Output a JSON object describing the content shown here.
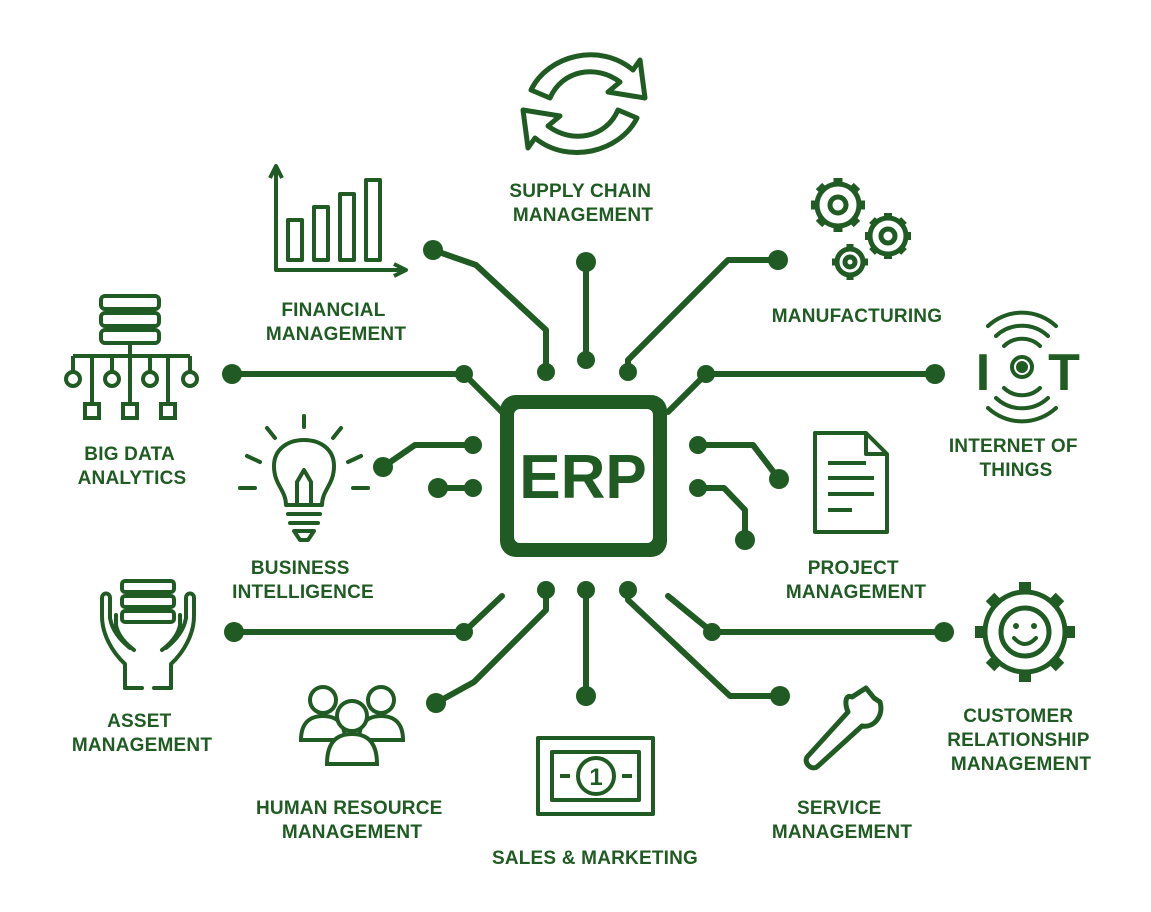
{
  "colors": {
    "primary": "#1f5b22",
    "background": "#ffffff"
  },
  "center": {
    "label": "ERP",
    "icon": "microchip-icon"
  },
  "modules": [
    {
      "id": "supply-chain",
      "icon": "cycle-arrows-icon",
      "lines": [
        "SUPPLY CHAIN",
        "MANAGEMENT"
      ]
    },
    {
      "id": "financial",
      "icon": "bar-chart-icon",
      "lines": [
        "FINANCIAL",
        "MANAGEMENT"
      ]
    },
    {
      "id": "manufacturing",
      "icon": "gears-icon",
      "lines": [
        "MANUFACTURING"
      ]
    },
    {
      "id": "big-data",
      "icon": "database-network-icon",
      "lines": [
        "BIG DATA",
        "ANALYTICS"
      ]
    },
    {
      "id": "iot",
      "icon": "iot-icon",
      "lines": [
        "INTERNET OF",
        "THINGS"
      ]
    },
    {
      "id": "business-intelligence",
      "icon": "lightbulb-icon",
      "lines": [
        "BUSINESS",
        "INTELLIGENCE"
      ]
    },
    {
      "id": "project",
      "icon": "document-icon",
      "lines": [
        "PROJECT",
        "MANAGEMENT"
      ]
    },
    {
      "id": "asset",
      "icon": "hands-database-icon",
      "lines": [
        "ASSET",
        "MANAGEMENT"
      ]
    },
    {
      "id": "crm",
      "icon": "smile-gear-icon",
      "lines": [
        "CUSTOMER",
        "RELATIONSHIP",
        "MANAGEMENT"
      ]
    },
    {
      "id": "hr",
      "icon": "people-icon",
      "lines": [
        "HUMAN RESOURCE",
        "MANAGEMENT"
      ]
    },
    {
      "id": "service",
      "icon": "wrench-icon",
      "lines": [
        "SERVICE",
        "MANAGEMENT"
      ]
    },
    {
      "id": "sales",
      "icon": "banknote-icon",
      "lines": [
        "SALES & MARKETING"
      ]
    }
  ],
  "banknote_symbol": "1",
  "iot_text": [
    "I",
    "T"
  ]
}
